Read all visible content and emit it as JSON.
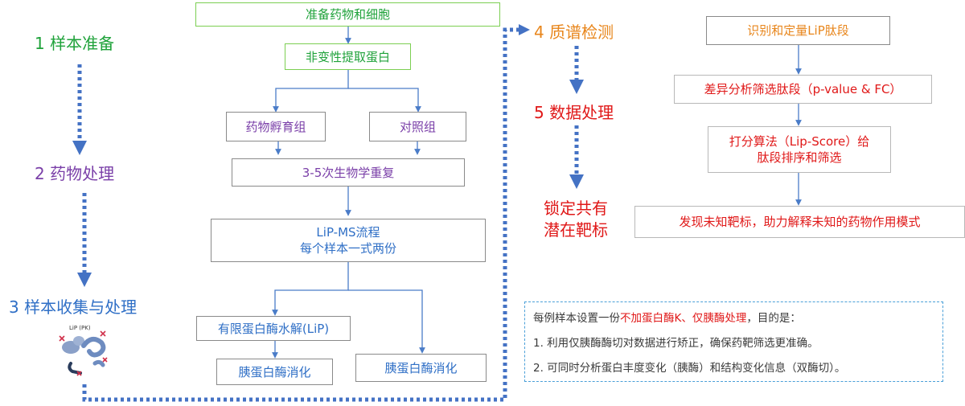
{
  "steps": {
    "s1": {
      "label": "1 样本准备",
      "color": "#1fa23a"
    },
    "s2": {
      "label": "2 药物处理",
      "color": "#7a3fa8"
    },
    "s3": {
      "label": "3 样本收集与处理",
      "color": "#2f6fc6"
    },
    "s4": {
      "label": "4 质谱检测",
      "color": "#e8861c"
    },
    "s5": {
      "label": "5 数据处理",
      "color": "#e01818"
    },
    "target": {
      "label": "锁定共有\n潜在靶标",
      "color": "#e01818"
    }
  },
  "icon_label": "LiP (PK)",
  "workflow": {
    "prepare": "准备药物和细胞",
    "extract": "非变性提取蛋白",
    "drug_group": "药物孵育组",
    "control_group": "对照组",
    "replicates": "3-5次生物学重复",
    "lipms": "LiP-MS流程\n每个样本一式两份",
    "lip": "有限蛋白酶水解(LiP)",
    "trypsin_a": "胰蛋白酶消化",
    "trypsin_b": "胰蛋白酶消化"
  },
  "analysis": {
    "identify": "识别和定量LiP肽段",
    "diff": "差异分析筛选肽段（p-value & FC）",
    "score": "打分算法（Lip-Score）给\n肽段排序和筛选",
    "discover": "发现未知靶标，助力解释未知的药物作用模式"
  },
  "note": {
    "line1_pre": "每例样本设置一份",
    "line1_highlight": "不加蛋白酶K、仅胰酶处理",
    "line1_post": "，目的是：",
    "line2": "1. 利用仅胰酶酶切对数据进行矫正，确保药靶筛选更准确。",
    "line3": "2. 可同时分析蛋白丰度变化（胰酶）和结构变化信息（双酶切）。"
  },
  "colors": {
    "dotted_arrow": "#4472c4",
    "connector": "#4a7cc8",
    "note_border": "#4a9fd8"
  }
}
